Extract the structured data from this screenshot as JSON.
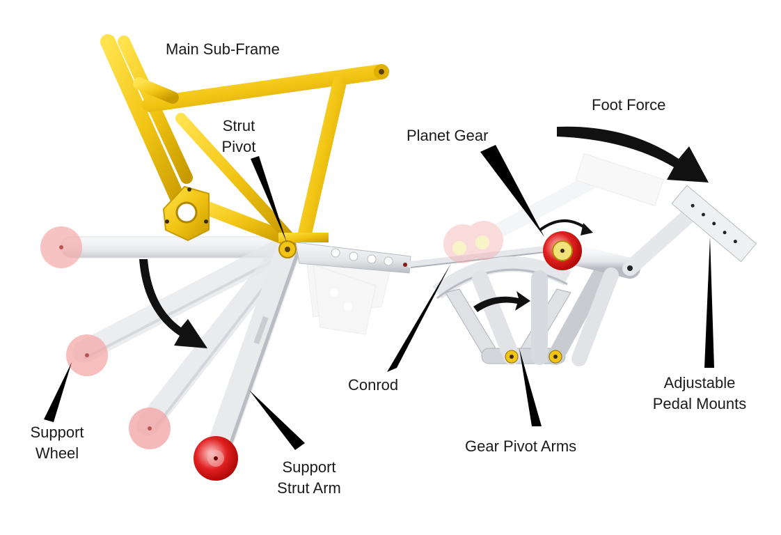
{
  "labels": {
    "main_sub_frame": "Main Sub-Frame",
    "strut_pivot": [
      "Strut",
      "Pivot"
    ],
    "foot_force": "Foot Force",
    "planet_gear": "Planet Gear",
    "conrod": "Conrod",
    "gear_pivot_arms": "Gear Pivot Arms",
    "adjustable_pedal_mounts": [
      "Adjustable",
      "Pedal Mounts"
    ],
    "support_wheel": [
      "Support",
      "Wheel"
    ],
    "support_strut_arm": [
      "Support",
      "Strut Arm"
    ]
  },
  "colors": {
    "frame": "#f2c514",
    "frame_shade": "#c79a00",
    "arm": "#e6e7ea",
    "arm_shade": "#b9bcc2",
    "wheel_active": "#e02020",
    "wheel_ghost": "#f4a8a8",
    "arrow": "#111111",
    "pointer": "#000000"
  }
}
